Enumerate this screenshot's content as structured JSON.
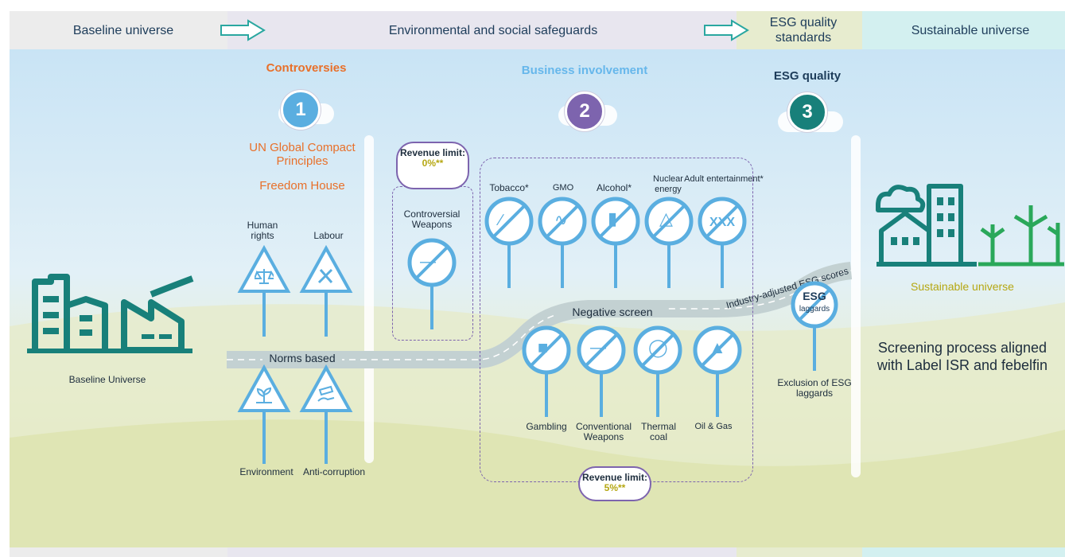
{
  "header": {
    "baseline": "Baseline universe",
    "safeguards": "Environmental and social safeguards",
    "esg_standards": "ESG quality standards",
    "sustainable": "Sustainable universe"
  },
  "sections": {
    "controversies": {
      "title": "Controversies",
      "number": "1",
      "sources": [
        "UN Global Compact Principles",
        "Freedom House"
      ]
    },
    "business": {
      "title": "Business involvement",
      "number": "2"
    },
    "esg": {
      "title": "ESG quality",
      "number": "3"
    }
  },
  "baseline_label": "Baseline Universe",
  "norms": {
    "road_label": "Norms based",
    "top": [
      "Human rights",
      "Labour"
    ],
    "bottom": [
      "Environment",
      "Anti-corruption"
    ]
  },
  "revenue_limit_0": {
    "label": "Revenue limit:",
    "value": "0%**"
  },
  "revenue_limit_5": {
    "label": "Revenue limit:",
    "value": "5%**"
  },
  "controversial_weapons": "Controversial Weapons",
  "business_top": [
    "Tobacco*",
    "GMO",
    "Alcohol*",
    "Nuclear energy",
    "Adult entertainment*"
  ],
  "business_bottom": [
    "Gambling",
    "Conventional Weapons",
    "Thermal coal",
    "Oil & Gas"
  ],
  "negative_screen": "Negative screen",
  "esg_road": "Industry-adjusted ESG scores",
  "esg_sign": {
    "big": "ESG",
    "small": "laggards"
  },
  "esg_exclusion": "Exclusion of ESG laggards",
  "sustainable_label": "Sustainable universe",
  "screening_text": "Screening process aligned with Label ISR and febelfin",
  "colors": {
    "orange": "#e8702a",
    "light_blue": "#66b7eb",
    "purple": "#7d64ae",
    "teal": "#18807a",
    "sign_blue": "#5aaee0",
    "olive": "#b5a712"
  }
}
